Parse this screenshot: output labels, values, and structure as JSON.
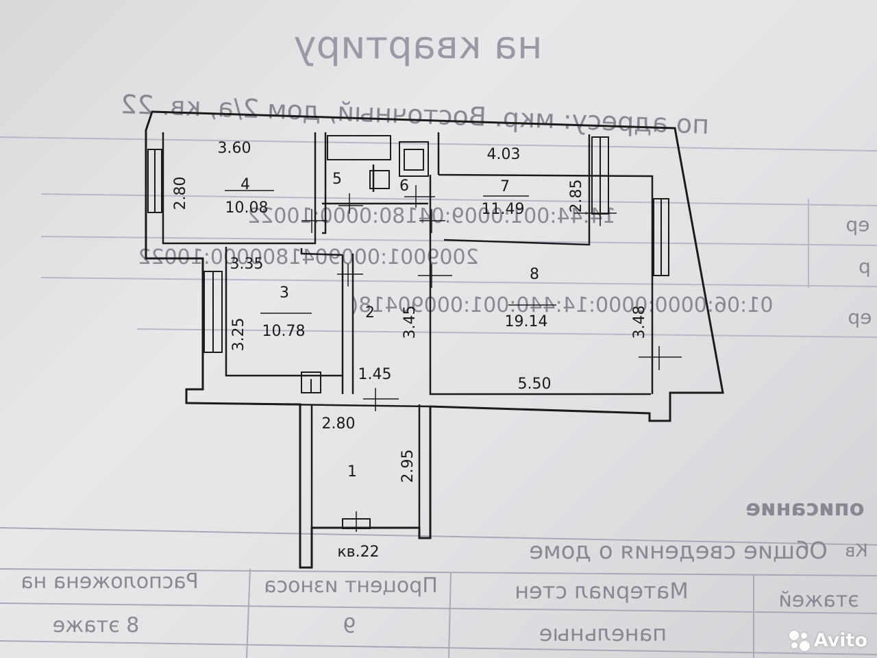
{
  "header": {
    "title_line2": "на квартиру",
    "address": "по адресу: мкр. Восточный, дом 2/а, кв. 22"
  },
  "registry": {
    "rows": [
      {
        "right_text": "14:44:001:0009:04180:0000:10022",
        "edge": "ер"
      },
      {
        "right_text": "2009001:0009041800000:10022",
        "edge": "р"
      },
      {
        "right_text": "01:06:0000:0000:14:440:001:00090418(",
        "edge": "ер"
      }
    ]
  },
  "plan": {
    "rooms": [
      {
        "number": "4",
        "area": "10.08",
        "width": "3.60",
        "height": "2.80"
      },
      {
        "number": "5"
      },
      {
        "number": "6"
      },
      {
        "number": "7",
        "area": "11.49",
        "width": "4.03",
        "height": "2.85"
      },
      {
        "number": "3",
        "area": "10.78",
        "width": "3.35",
        "height": "3.25"
      },
      {
        "number": "2"
      },
      {
        "number": "8",
        "area": "19.14",
        "width": "5.50",
        "height": "3.48"
      },
      {
        "number": "1",
        "width": "2.80",
        "height": "2.95"
      }
    ],
    "corridor_height": "3.45",
    "passage_width": "1.45",
    "apartment_label": "кв.22"
  },
  "description": {
    "heading": "описание",
    "corner_label": "Кв",
    "row1": "Общие сведения о доме",
    "col_floors": "этажей",
    "col_material": "Материал стен",
    "col_wear": "Процент износа",
    "col_location": "Расположена на",
    "val_material": "панельные",
    "val_wear": "9",
    "val_location": "8 этаже"
  },
  "watermark": {
    "text": "Avito"
  }
}
